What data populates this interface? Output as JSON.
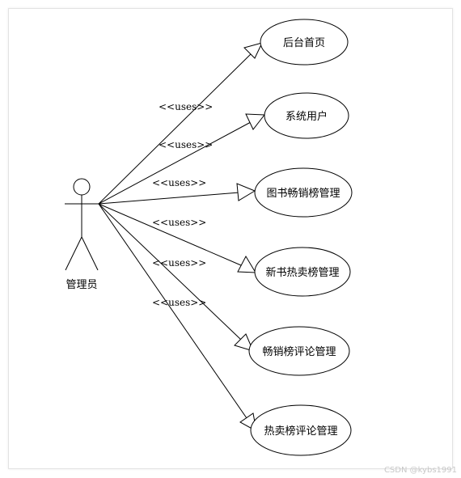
{
  "actor": {
    "label": "管理员"
  },
  "relation_label": "<<uses>>",
  "use_cases": [
    {
      "label": "后台首页"
    },
    {
      "label": "系统用户"
    },
    {
      "label": "图书畅销榜管理"
    },
    {
      "label": "新书热卖榜管理"
    },
    {
      "label": "畅销榜评论管理"
    },
    {
      "label": "热卖榜评论管理"
    }
  ],
  "relations": [
    {
      "label": "<<uses>>"
    },
    {
      "label": "<<uses>>"
    },
    {
      "label": "<<uses>>"
    },
    {
      "label": "<<uses>>"
    },
    {
      "label": "<<uses>>"
    },
    {
      "label": "<<uses>>"
    }
  ],
  "watermark": "CSDN @kybs1991"
}
